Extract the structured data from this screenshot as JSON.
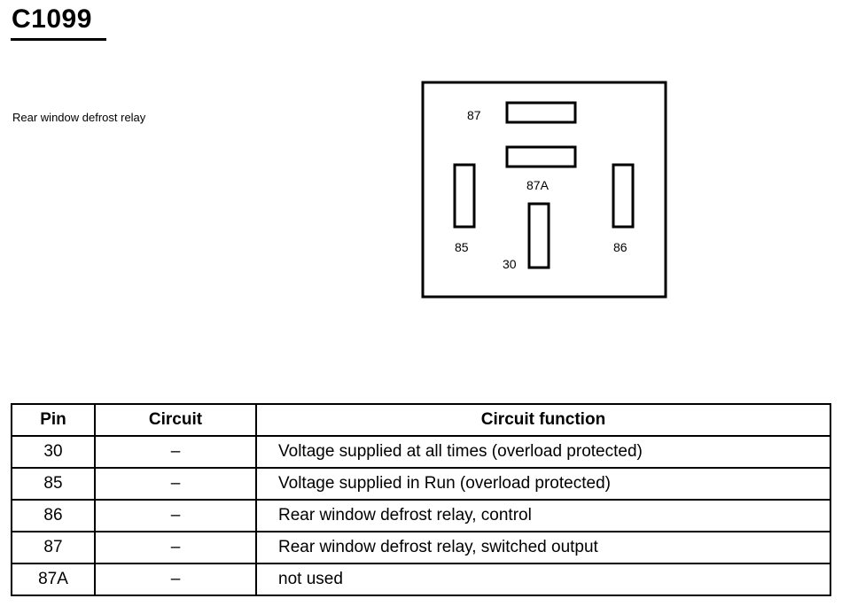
{
  "connector": {
    "id": "C1099",
    "name": "Rear window defrost relay"
  },
  "pinout": {
    "pins": [
      "87",
      "87A",
      "85",
      "30",
      "86"
    ]
  },
  "table": {
    "headers": [
      "Pin",
      "Circuit",
      "Circuit function"
    ],
    "rows": [
      {
        "pin": "30",
        "circuit": "–",
        "function": "Voltage supplied at all times (overload protected)"
      },
      {
        "pin": "85",
        "circuit": "–",
        "function": "Voltage supplied in Run (overload protected)"
      },
      {
        "pin": "86",
        "circuit": "–",
        "function": "Rear window defrost relay, control"
      },
      {
        "pin": "87",
        "circuit": "–",
        "function": "Rear window defrost relay, switched output"
      },
      {
        "pin": "87A",
        "circuit": "–",
        "function": "not used"
      }
    ]
  }
}
